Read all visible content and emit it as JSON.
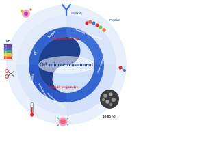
{
  "center": {
    "title": "OA microenvironment",
    "upper_label": "Targeting strategy",
    "lower_label": "Stimuli-responsive"
  },
  "inner_ring": {
    "redox": "Redox",
    "ph": "pH",
    "enzyme": "Enzyme",
    "external": "External stimulus",
    "temperature": "Temperature, NIR, US...",
    "targeting_peptide": "Targeting peptide/antibody",
    "other": "Other strategies"
  },
  "outer": {
    "antibody": "Antibody",
    "peptide": "Peptide",
    "ph_title": "pH",
    "ph_values": [
      "8",
      "7",
      "6",
      "5",
      "4"
    ],
    "scale_bar": "10-50 nm"
  },
  "colors": {
    "navy": "#1f3f8f",
    "blue": "#3d6fd6",
    "light_blue": "#cfe0fb",
    "dark_arc": "#1b3a86",
    "accent_red": "#e0282a",
    "pink": "#f2a4c9"
  }
}
